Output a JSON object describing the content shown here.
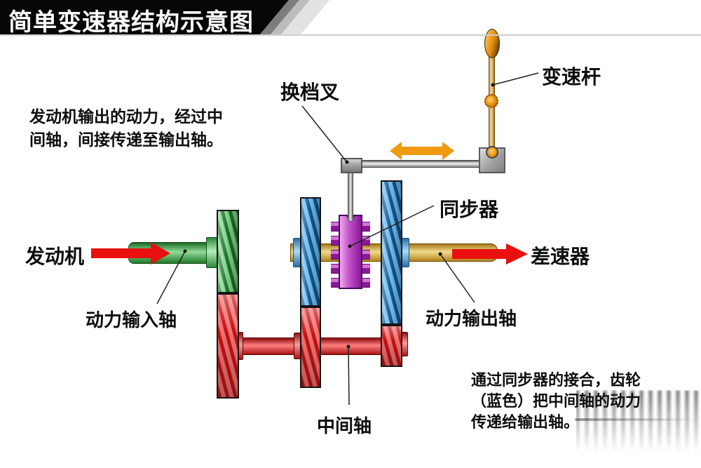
{
  "title": "简单变速器结构示意图",
  "intro": {
    "lines": [
      "发动机输出的动力，经过中",
      "间轴，间接传递至输出轴。"
    ]
  },
  "note": {
    "lines": [
      "通过同步器的接合，齿轮",
      "（蓝色）把中间轴的动力",
      "传递给输出轴。"
    ]
  },
  "labels": {
    "shift_fork": "换档叉",
    "gear_lever": "变速杆",
    "synchronizer": "同步器",
    "engine": "发动机",
    "differential": "差速器",
    "input_shaft": "动力输入轴",
    "output_shaft": "动力输出轴",
    "counter_shaft": "中间轴"
  },
  "icons": {
    "engine_input_arrow": "red-right-arrow",
    "differential_output_arrow": "red-right-arrow",
    "lever_motion_arrow": "orange-double-arrow"
  },
  "colors": {
    "banner_black": "#060606",
    "arrow_red": "#ea1010",
    "arrow_orange": "#f09a10",
    "gear_green": "#2f9e3c",
    "gear_blue": "#2f7fc0",
    "gear_red": "#d42020",
    "synchronizer_purple": "#b33cb8",
    "shaft_yellow": "#e3bc55",
    "metal_gray": "#a8a8a8"
  }
}
